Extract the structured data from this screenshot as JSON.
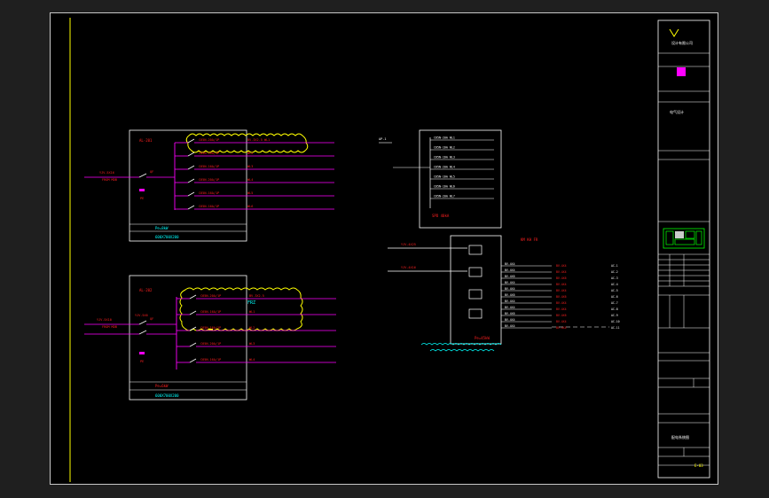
{
  "drawing": {
    "panel_a": {
      "tag": "AL-201",
      "incoming": "YJV-5X16",
      "incoming_note": "FROM MDB",
      "breaker": "QF",
      "breakers": [
        "C65N-20A/1P",
        "C65N-16A/1P",
        "C65N-16A/1P",
        "C65N-20A/1P",
        "C65N-16A/1P",
        "C65N-16A/1P"
      ],
      "circuits": [
        "BV-3X2.5 WL1",
        "WL2",
        "WL3",
        "WL4",
        "WL5",
        "WL6"
      ],
      "footer": "Pe=8kW",
      "size": "600X700X200"
    },
    "panel_b": {
      "tag": "AL-202",
      "incoming": "YJV-5X10",
      "incoming_note": "FROM MDB",
      "incoming_2": "YJV-5X6",
      "breaker": "QF",
      "breakers": [
        "C65N-20A/1P",
        "C65N-16A/1P",
        "C65N-16A/1P",
        "C65N-20A/1P",
        "C65N-16A/1P"
      ],
      "circuits": [
        "BV-3X2.5",
        "WL1",
        "WL2",
        "WL3",
        "WL4"
      ],
      "highlight": "FRZ",
      "footer": "Pe=6kW",
      "size": "600X700X200"
    },
    "panel_c": {
      "tag": "AP-1",
      "top_rows": [
        "C65N-20A WL1",
        "C65N-16A WL2",
        "C65N-16A WL3",
        "C65N-20A WL4",
        "C65N-16A WL5",
        "C65N-16A WL6",
        "C65N-20A WL7"
      ],
      "top_note": "SPD 40kA",
      "lower_note": "KM  KH  FR",
      "feeds": [
        "YJV-4X25",
        "YJV-4X16"
      ],
      "outputs": [
        "BV-4X4",
        "BV-4X4",
        "BV-4X6",
        "BV-4X4",
        "BV-4X4",
        "BV-4X6",
        "BV-4X4",
        "BV-4X4",
        "BV-4X6",
        "BV-4X4",
        "BV-4X4"
      ],
      "loads": [
        "AC-1",
        "AC-2",
        "AC-3",
        "AC-4",
        "AC-5",
        "AC-6",
        "AC-7",
        "AC-8",
        "AC-9",
        "AC-10",
        "AC-11"
      ],
      "footer": "Pe=45kW"
    }
  },
  "title_block": {
    "company": "设计有限公司",
    "project": "电气设计",
    "sheet_title": "配电系统图",
    "sheet_no": "E-03"
  },
  "colors": {
    "magenta": "#ff00ff",
    "red": "#ff2020",
    "yellow": "#ffff00",
    "cyan": "#00ffff",
    "white": "#ffffff",
    "green": "#00ff00"
  }
}
